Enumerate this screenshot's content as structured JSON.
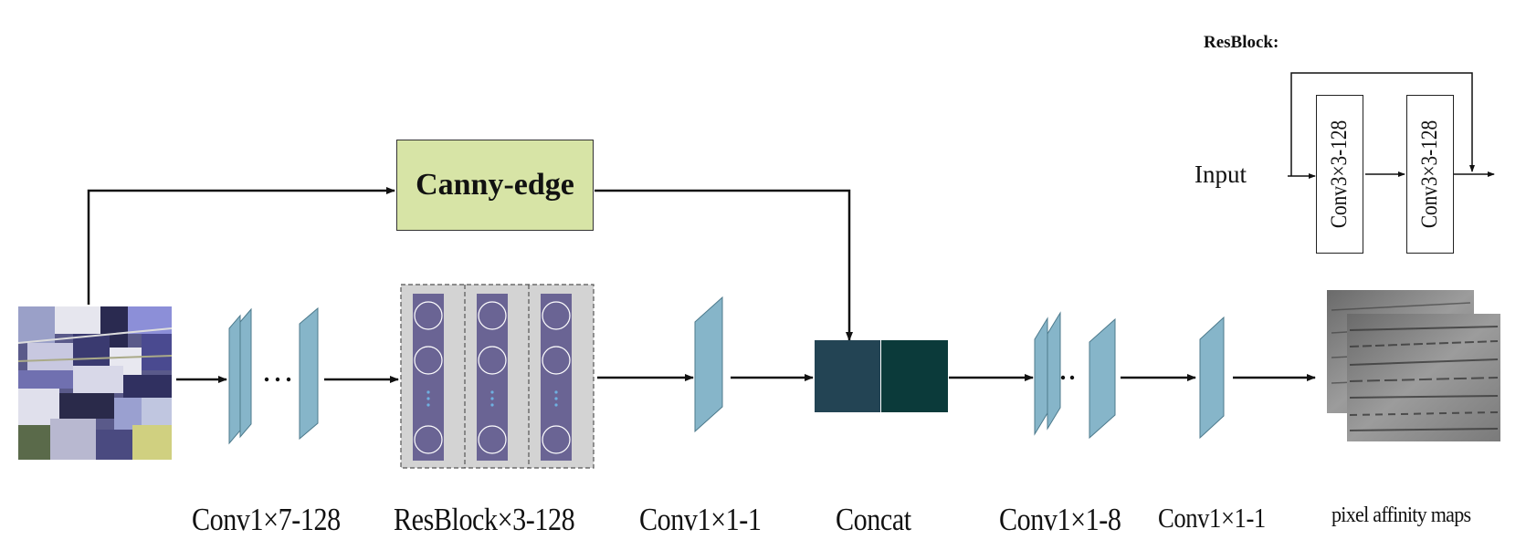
{
  "canny_edge": {
    "label": "Canny-edge"
  },
  "resblock_legend": {
    "title": "ResBlock:",
    "input_label": "Input",
    "conv_a": "Conv3×3-128",
    "conv_b": "Conv3×3-128"
  },
  "stage_labels": {
    "conv1": "Conv1×7-128",
    "resblocks": "ResBlock×3-128",
    "conv2": "Conv1×1-1",
    "concat": "Concat",
    "conv3": "Conv1×1-8",
    "conv4": "Conv1×1-1",
    "output": "pixel affinity maps"
  },
  "colors": {
    "layer_fill": "#86b5c9",
    "resblock_bg": "#d3d3d3",
    "resblock_fill": "#6a6494",
    "concat_left": "#234454",
    "concat_right": "#0b3a3a",
    "canny_fill": "#d7e4a6",
    "legend_bg": "#f0f0f0"
  }
}
